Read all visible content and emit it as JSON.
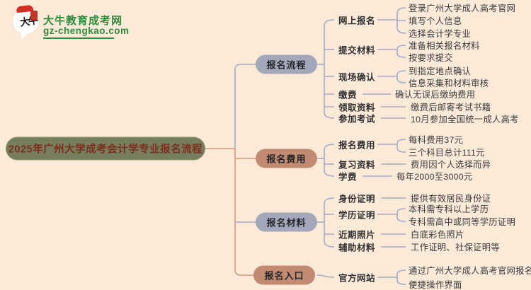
{
  "logo": {
    "bubble_text": "大牛",
    "brand": "大牛教育成考网",
    "domain": "gz-chengkao.com"
  },
  "title": "2025年广州大学成考会计学专业报名流程",
  "colors": {
    "background": "#fcead9",
    "title_bg": "#767e5d",
    "title_text": "#7e2d1e",
    "node_blue": "#a3a7ba",
    "node_salmon": "#c18a71",
    "line_gray": "#a6aac4",
    "line_salmon": "#d49a7e",
    "logo_green": "#2e8b3c",
    "logo_seal_red": "#c13527"
  },
  "tree": {
    "branches": [
      {
        "label": "报名流程",
        "children": [
          {
            "label": "网上报名",
            "leaves": [
              "登录广州大学成人高考官网",
              "填写个人信息",
              "选择会计学专业"
            ]
          },
          {
            "label": "提交材料",
            "leaves": [
              "准备相关报名材料",
              "按要求提交"
            ]
          },
          {
            "label": "现场确认",
            "leaves": [
              "到指定地点确认",
              "信息采集和材料审核"
            ]
          },
          {
            "label": "缴费",
            "leaves": [
              "确认无误后缴纳费用"
            ]
          },
          {
            "label": "领取资料",
            "leaves": [
              "缴费后邮寄考试书籍"
            ]
          },
          {
            "label": "参加考试",
            "leaves": [
              "10月参加全国统一成人高考"
            ]
          }
        ]
      },
      {
        "label": "报名费用",
        "children": [
          {
            "label": "报名费用",
            "leaves": [
              "每科费用37元",
              "三个科目总计111元"
            ]
          },
          {
            "label": "复习资料",
            "leaves": [
              "费用因个人选择而异"
            ]
          },
          {
            "label": "学费",
            "leaves": [
              "每年2000至3000元"
            ]
          }
        ]
      },
      {
        "label": "报名材料",
        "children": [
          {
            "label": "身份证明",
            "leaves": [
              "提供有效居民身份证"
            ]
          },
          {
            "label": "学历证明",
            "leaves": [
              "本科需专科以上学历",
              "专科需高中或同等学历证明"
            ]
          },
          {
            "label": "近期照片",
            "leaves": [
              "白底彩色照片"
            ]
          },
          {
            "label": "辅助材料",
            "leaves": [
              "工作证明、社保证明等"
            ]
          }
        ]
      },
      {
        "label": "报名入口",
        "children": [
          {
            "label": "官方网站",
            "leaves": [
              "通过广州大学成人高考官网报名",
              "便捷操作界面"
            ]
          }
        ]
      }
    ]
  }
}
